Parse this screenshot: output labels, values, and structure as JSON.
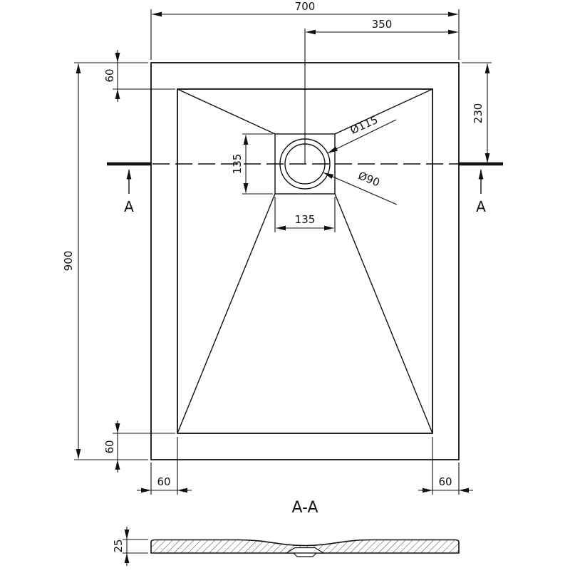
{
  "drawing": {
    "top_view": {
      "dim_width": "700",
      "dim_center_to_right": "350",
      "dim_top_margin": "60",
      "dim_height": "900",
      "dim_drain_from_top": "230",
      "dim_drain_height": "135",
      "dim_drain_width": "135",
      "label_dia_outer": "Ø115",
      "label_dia_inner": "Ø90",
      "dim_bottom_margin": "60",
      "dim_side_left": "60",
      "dim_side_right": "60",
      "section_label_left": "A",
      "section_label_right": "A"
    },
    "section_view": {
      "title": "A-A",
      "dim_thickness": "25"
    },
    "colors": {
      "line": "#111111",
      "background": "#ffffff"
    }
  }
}
